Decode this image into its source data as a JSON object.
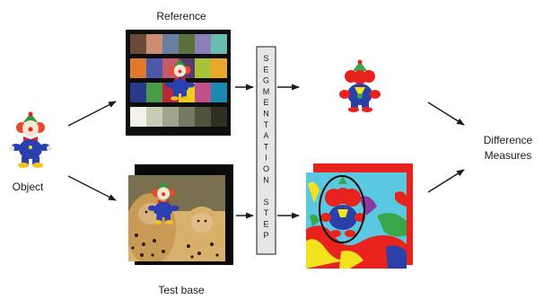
{
  "labels": {
    "object": "Object",
    "reference": "Reference",
    "test_base": "Test base",
    "difference_line1": "Difference",
    "difference_line2": "Measures"
  },
  "segmentation_letters": [
    "S",
    "E",
    "G",
    "M",
    "E",
    "N",
    "T",
    "A",
    "T",
    "I",
    "O",
    "N",
    "",
    "S",
    "T",
    "E",
    "P"
  ],
  "colors": {
    "arrow": "#1a1a1a",
    "segmentation_box": "#e6e6e6",
    "cyan": "#5ac8e0",
    "red": "#e8231d",
    "yellow": "#f4e21c",
    "green": "#3aa64a",
    "blue": "#2940a8",
    "purple": "#8a3aa0"
  },
  "icons": [
    "clown-toy-icon",
    "color-checker-icon",
    "cheetah-photo-icon",
    "segmented-clown-icon",
    "segmentation-map-icon"
  ]
}
